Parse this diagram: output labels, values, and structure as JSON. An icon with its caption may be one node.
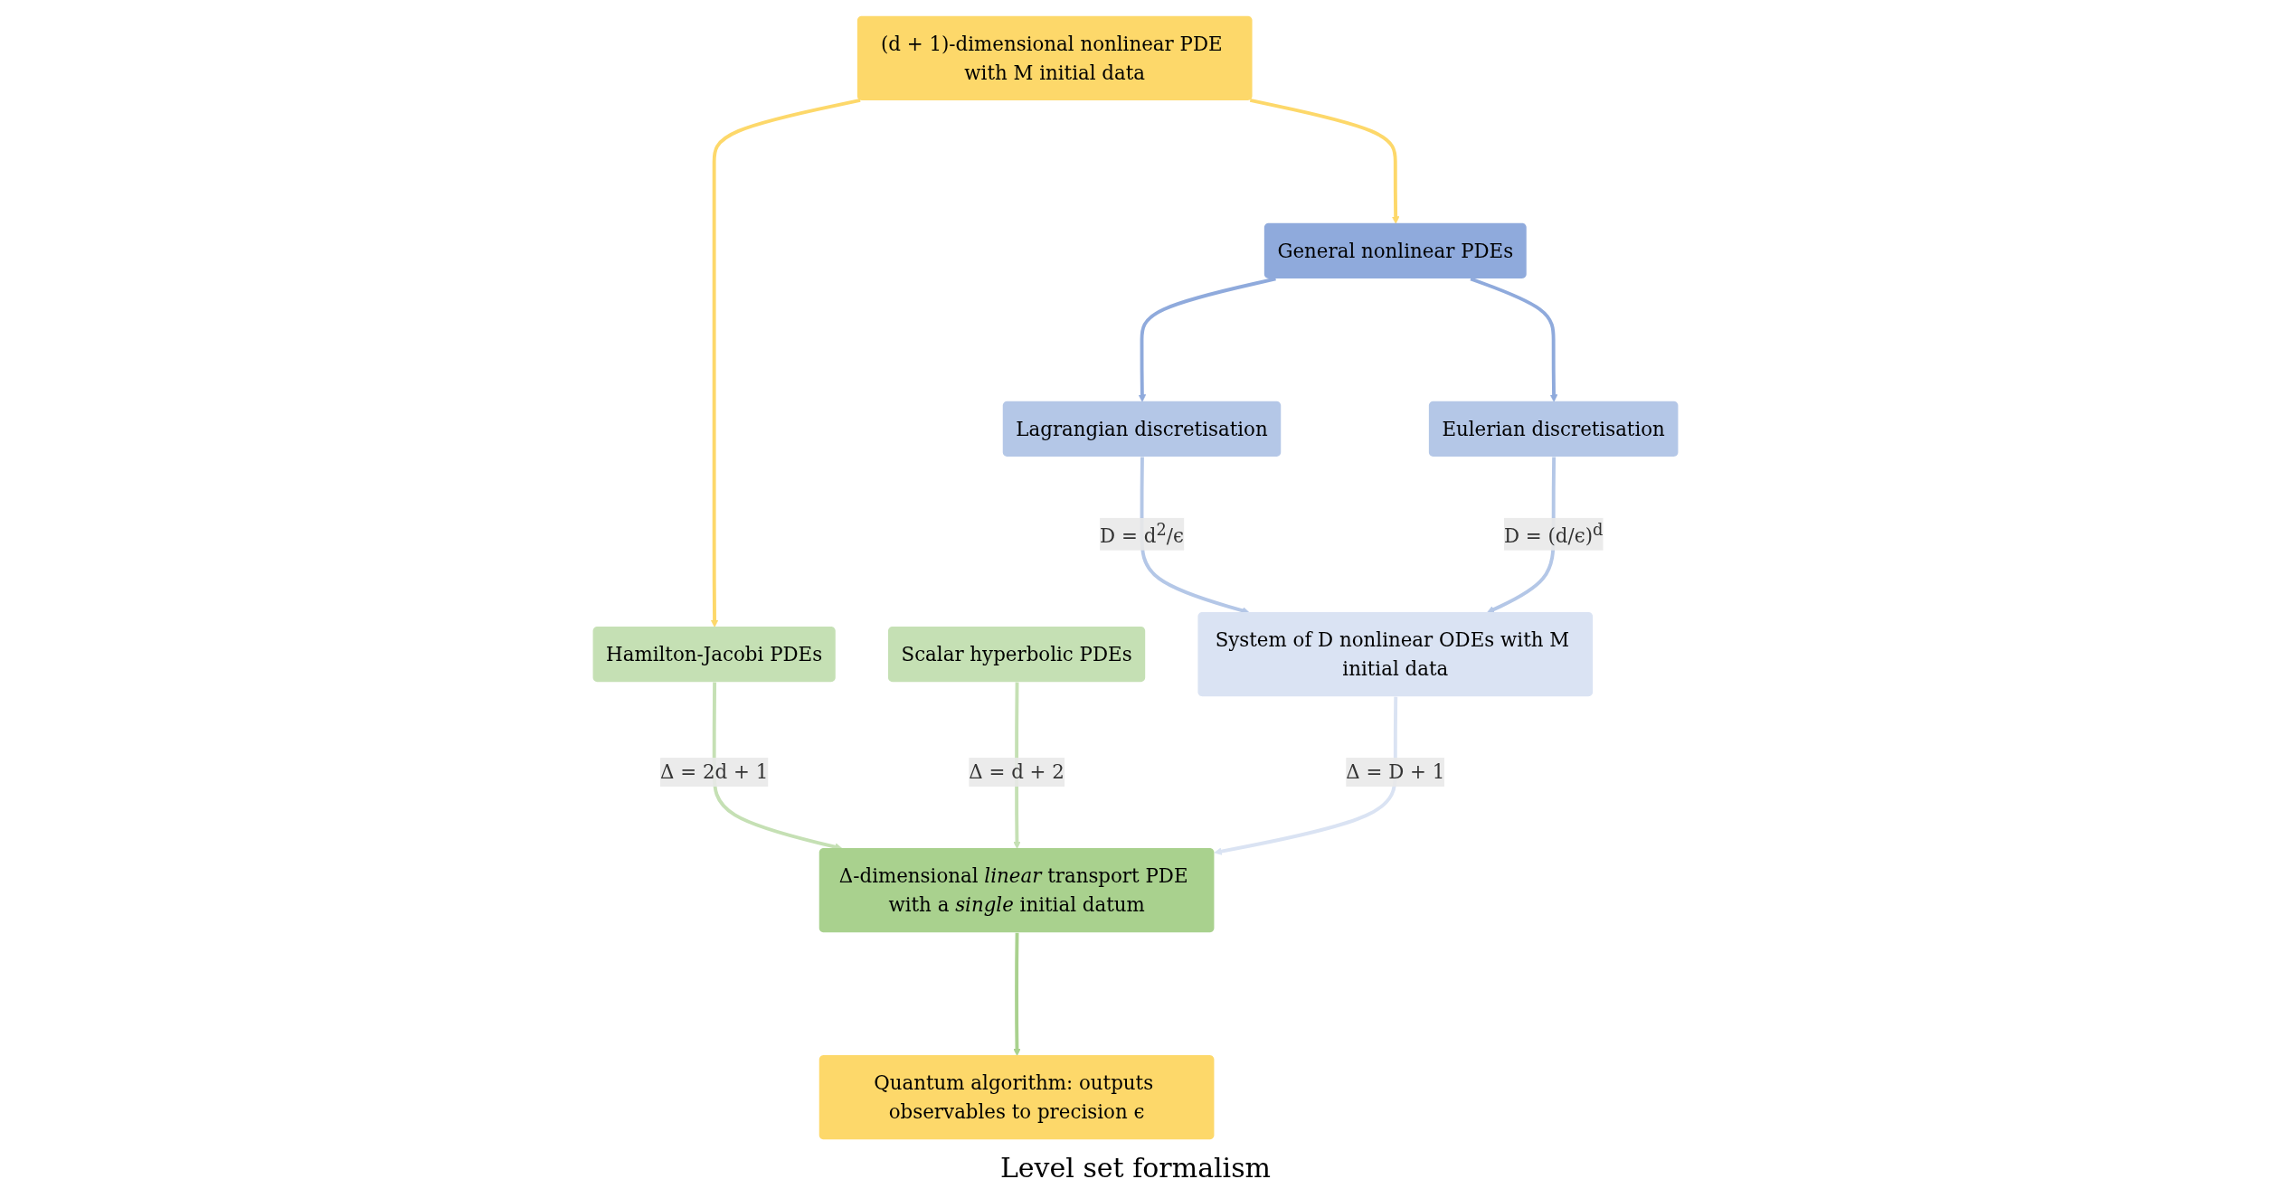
{
  "diagram": {
    "nodes": [
      {
        "text": [
          "(d + 1)-dimensional nonlinear PDE with M initial data"
        ]
      },
      {
        "text": [
          "Hamilton-Jacobi PDEs"
        ]
      },
      {
        "text": [
          "General nonlinear PDEs"
        ]
      },
      {
        "text": [
          "Scalar hyperbolic PDEs"
        ]
      },
      {
        "text": [
          "Lagrangian discretisation"
        ]
      },
      {
        "text": [
          "Eulerian discretisation"
        ]
      },
      {
        "text": [
          "Δ-dimensional *linear* transport PDE with a *single* initial datum"
        ]
      },
      {
        "text": [
          "System of D nonlinear ODEs with M initial data"
        ]
      },
      {
        "text": [
          "Quantum algorithm: outputs observables to precision ϵ"
        ]
      }
    ],
    "edges": [
      {
        "from": 0,
        "to": 1,
        "arrow": "to",
        "color": "#fdd86a"
      },
      {
        "from": 0,
        "to": 2,
        "arrow": "to",
        "color": "#fdd86a"
      },
      {
        "from": 1,
        "to": 6,
        "arrow": "to",
        "color": "#c5e0b4",
        "label": "Δ = 2d + 1"
      },
      {
        "from": 3,
        "to": 6,
        "arrow": "to",
        "color": "#c5e0b4",
        "label": "Δ = d + 2"
      },
      {
        "from": 2,
        "to": 4,
        "arrow": "to",
        "color": "#8faadc"
      },
      {
        "from": 2,
        "to": 5,
        "arrow": "to",
        "color": "#8faadc"
      },
      {
        "from": 4,
        "to": 7,
        "arrow": "to",
        "color": "#b4c7e7",
        "label": "D = d$^{2}$/ϵ"
      },
      {
        "from": 5,
        "to": 7,
        "arrow": "to",
        "color": "#b4c7e7",
        "label": "D = (d/ϵ)$^{d}$"
      },
      {
        "from": 7,
        "to": 6,
        "arrow": "to",
        "color": "#dae3f3",
        "label": "Δ = D + 1"
      },
      {
        "from": 6,
        "to": 8,
        "arrow": "to",
        "color": "#a9d18e"
      }
    ],
    "labels": [
      "Level set formalism"
    ]
  }
}
